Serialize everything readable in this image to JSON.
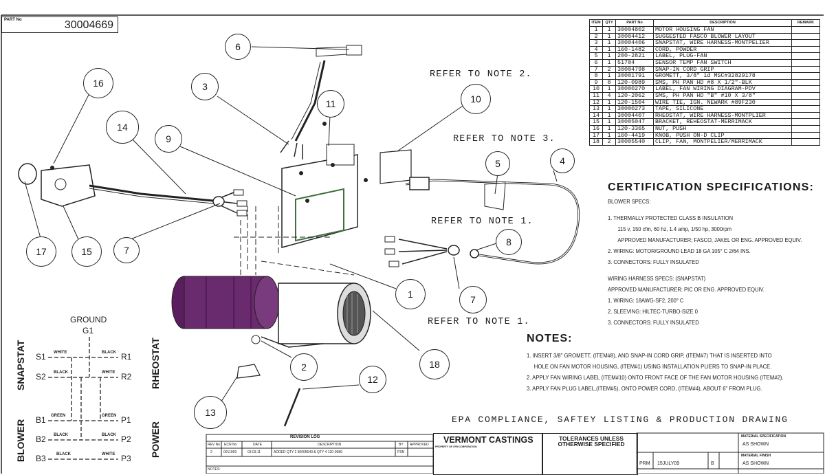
{
  "part_no": {
    "label": "PART No",
    "value": "30004669"
  },
  "bom": {
    "headers": [
      "ITEM",
      "QTY",
      "PART No",
      "DESCRIPTION",
      "REMARK"
    ],
    "rows": [
      [
        "1",
        "1",
        "30004802",
        "MOTOR HOUSING FAN"
      ],
      [
        "2",
        "1",
        "30004412",
        "SUGGESTED FASCO BLOWER LAYOUT"
      ],
      [
        "3",
        "1",
        "30004406",
        "SNAPSTAT, WIRE HARNESS-MONTPELIER"
      ],
      [
        "4",
        "1",
        "160-1482",
        "CORD, POWDER"
      ],
      [
        "5",
        "1",
        "200-2821",
        "LABEL, PLUG-FAN"
      ],
      [
        "6",
        "1",
        "51704",
        "SENSOR TEMP FAN SWITCH"
      ],
      [
        "7",
        "2",
        "30004798",
        "SNAP-IN CORD GRIP"
      ],
      [
        "8",
        "1",
        "30001791",
        "GROMETT, 3/8\" id MSC#32829178"
      ],
      [
        "9",
        "8",
        "120-0989",
        "SMS, PH PAN HD #8 X 1/2\"-BLK"
      ],
      [
        "10",
        "1",
        "30000270",
        "LABEL, FAN WIRING DIAGRAM-PDV"
      ],
      [
        "11",
        "4",
        "120-2062",
        "SMS, PH PAN HD \"B\" #10 X 3/8\""
      ],
      [
        "12",
        "1",
        "120-1504",
        "WIRE TIE, IGN. NEWARK #89F230"
      ],
      [
        "13",
        "1",
        "30000273",
        "TAPE, SILICONE"
      ],
      [
        "14",
        "1",
        "30004407",
        "RHEOSTAT, WIRE HARNESS-MONTPLIER"
      ],
      [
        "15",
        "1",
        "30005047",
        "BRACKET, REHEOSTAT-MERRIMACK"
      ],
      [
        "16",
        "1",
        "120-3365",
        "NUT, PUSH"
      ],
      [
        "17",
        "1",
        "160-4419",
        "KNOB, PUSH ON-D CLIP"
      ],
      [
        "18",
        "2",
        "30005540",
        "CLIP, FAN, MONTPELIER/MERRIMACK"
      ]
    ]
  },
  "callouts": [
    "6",
    "3",
    "16",
    "11",
    "10",
    "14",
    "9",
    "5",
    "4",
    "1",
    "7",
    "8",
    "17",
    "15",
    "7",
    "2",
    "18",
    "12",
    "13"
  ],
  "notes_refs": {
    "n2": "REFER TO NOTE 2.",
    "n3": "REFER TO NOTE 3.",
    "n1a": "REFER TO NOTE 1.",
    "n1b": "REFER TO NOTE 1."
  },
  "cert": {
    "title": "CERTIFICATION SPECIFICATIONS:",
    "blower_specs": "BLOWER SPECS:",
    "b1": "1. THERMALLY PROTECTED CLASS B INSULATION",
    "b1a": "115 v, 150 cfm, 60 hz, 1.4 amp, 1/50 hp, 3000rpm",
    "b1b": "APPROVED MANUFACTURER; FASCO, JAKEL OR ENG. APPROVED EQUIV.",
    "b2": "2. WIRING: MOTOR/GROUND LEAD 18 GA 105° C 2/64 INS.",
    "b3": "3. CONNECTORS: FULLY INSULATED",
    "harness_specs": "WIRING HARNESS SPECS: (SNAPSTAT)",
    "h0": "APPROVED MANUFACTURER: PIC OR ENG. APPROVED EQUIV.",
    "h1": "1. WIRING: 18AWG-SF2, 200° C",
    "h2": "2. SLEEVING: HILTEC-TURBO-SIZE 0",
    "h3": "3. CONNECTORS: FULLY INSULATED"
  },
  "notes": {
    "title": "NOTES:",
    "n1": "1. INSERT 3/8\" GROMETT, (ITEM#8), AND SNAP-IN CORD GRIP, (ITEM#7) THAT IS INSERTED INTO",
    "n1b": "HOLE ON FAN MOTOR HOUSING, (ITEM#1) USING INSTALLATION PLIERS TO SNAP-IN PLACE.",
    "n2": "2. APPLY FAN WIRING LABEL (ITEM#10) ONTO FRONT FACE OF THE FAN MOTOR HOUSING (ITEM#2).",
    "n3": "3. APPLY FAN PLUG LABEL,(ITEM#5), ONTO POWER CORD, (ITEM#4), ABOUT 6\" FROM PLUG."
  },
  "epa": "EPA COMPLIANCE, SAFTEY LISTING & PRODUCTION DRAWING",
  "schematic": {
    "ground": "GROUND",
    "g1": "G1",
    "snapstat": "SNAPSTAT",
    "rheostat": "RHEOSTAT",
    "blower": "BLOWER",
    "power": "POWER",
    "s1": "S1",
    "s2": "S2",
    "r1": "R1",
    "r2": "R2",
    "b1": "B1",
    "b2": "B2",
    "b3": "B3",
    "p1": "P1",
    "p2": "P2",
    "p3": "P3",
    "w_s1": "WHITE",
    "w_r1": "BLACK",
    "w_s2": "BLACK",
    "w_r2": "WHITE",
    "w_b1": "GREEN",
    "w_p1": "GREEN",
    "w_b2": "BLACK",
    "w_p2": "BLACK",
    "w_b3": "BLACK",
    "w_p3": "WHITE"
  },
  "title_block": {
    "revision_log": "REVISION LOG",
    "rev_headers": [
      "REV No",
      "ECN No",
      "DATE",
      "DESCRIPTION",
      "BY",
      "APPROVED"
    ],
    "rev_row": [
      "2",
      "0011069",
      "03.03.11",
      "ADDED QTY 2 30005540 & QTY 4 120-0989",
      "PSN",
      ""
    ],
    "notes_label": "NOTES:",
    "company": "VERMONT CASTINGS",
    "company_sub": "PROPERTY OF CFM CORPORATION",
    "tolerances": "TOLERANCES UNLESS OTHERWISE SPECIFIED",
    "material_spec": "MATERIAL SPECIFICATION",
    "as_shown": "AS SHOWN",
    "material_finish": "MATERIAL FINISH",
    "as_shown2": "AS SHOWN",
    "drawn_by": "PRM",
    "date": "15JULY09",
    "rev": "B"
  },
  "colors": {
    "line": "#222222",
    "accent": "#5b1d5e",
    "green": "#3f6f3f"
  }
}
